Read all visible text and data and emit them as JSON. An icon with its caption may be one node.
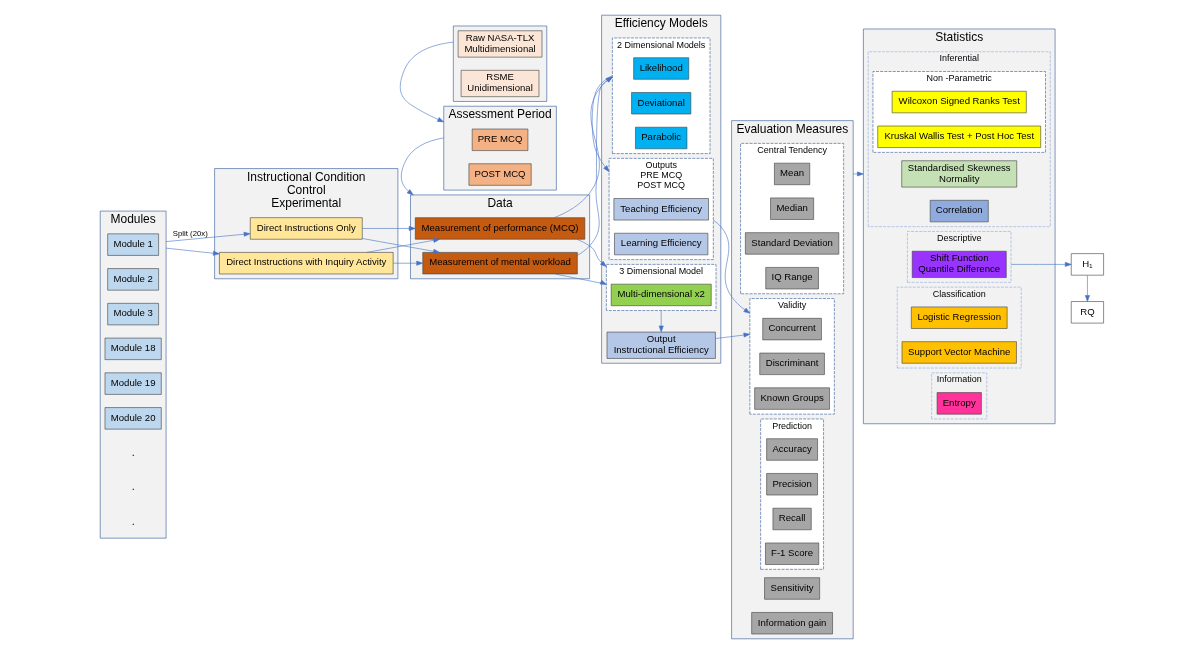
{
  "diagram": {
    "nodes": [
      {
        "text": [
          "Modules"
        ]
      },
      {
        "text": [
          "Module 1"
        ],
        "in": 0
      },
      {
        "text": [
          "Module 2"
        ],
        "in": 0
      },
      {
        "text": [
          "Module 3"
        ],
        "in": 0
      },
      {
        "text": [
          "Module 18"
        ],
        "in": 0
      },
      {
        "text": [
          "Module 19"
        ],
        "in": 0
      },
      {
        "text": [
          "Module 20"
        ],
        "in": 0
      },
      {
        "text": [
          "Instructional Condition",
          "Control",
          "Experimental"
        ]
      },
      {
        "text": [
          "Direct Instructions Only"
        ],
        "in": 7
      },
      {
        "text": [
          "Direct Instructions with Inquiry Activity"
        ],
        "in": 7
      },
      {
        "text": [
          "Data"
        ]
      },
      {
        "text": [
          "Measurement of performance (MCQ)"
        ],
        "in": 10
      },
      {
        "text": [
          "Measurement of mental workload"
        ],
        "in": 10
      },
      {
        "text": [
          "Assessment Period"
        ]
      },
      {
        "text": [
          "PRE MCQ"
        ],
        "in": 13
      },
      {
        "text": [
          "POST MCQ"
        ],
        "in": 13
      },
      {
        "text": [],
        "shape": "box"
      },
      {
        "text": [
          "Raw NASA-TLX",
          "Multidimensional"
        ],
        "in": 16
      },
      {
        "text": [
          "RSME",
          "Unidimensional"
        ],
        "in": 16
      },
      {
        "text": [
          "Efficiency Models"
        ]
      },
      {
        "text": [
          "2 Dimensional Models"
        ],
        "in": 19
      },
      {
        "text": [
          "Likelihood"
        ],
        "in": 20
      },
      {
        "text": [
          "Deviational"
        ],
        "in": 20
      },
      {
        "text": [
          "Parabolic"
        ],
        "in": 20
      },
      {
        "text": [
          "Outputs",
          "PRE MCQ",
          "POST MCQ"
        ],
        "in": 19
      },
      {
        "text": [
          "Teaching Efficiency"
        ],
        "in": 24
      },
      {
        "text": [
          "Learning Efficiency"
        ],
        "in": 24
      },
      {
        "text": [
          "3 Dimensional Model"
        ],
        "in": 19
      },
      {
        "text": [
          "Multi-dimensional x2"
        ],
        "in": 27
      },
      {
        "text": [
          "Output",
          "Instructional Efficiency"
        ],
        "in": 19
      },
      {
        "text": [
          "Evaluation Measures"
        ]
      },
      {
        "text": [
          "Central Tendency"
        ],
        "in": 30
      },
      {
        "text": [
          "Mean"
        ],
        "in": 31
      },
      {
        "text": [
          "Median"
        ],
        "in": 31
      },
      {
        "text": [
          "Standard Deviation"
        ],
        "in": 31
      },
      {
        "text": [
          "IQ Range"
        ],
        "in": 31
      },
      {
        "text": [
          "Validity"
        ],
        "in": 30
      },
      {
        "text": [
          "Concurrent"
        ],
        "in": 36
      },
      {
        "text": [
          "Discriminant"
        ],
        "in": 36
      },
      {
        "text": [
          "Known Groups"
        ],
        "in": 36
      },
      {
        "text": [
          "Sensitivity"
        ],
        "in": 30
      },
      {
        "text": [
          "Prediction"
        ],
        "in": 30
      },
      {
        "text": [
          "Accuracy"
        ],
        "in": 41
      },
      {
        "text": [
          "Precision"
        ],
        "in": 41
      },
      {
        "text": [
          "Recall"
        ],
        "in": 41
      },
      {
        "text": [
          "F-1 Score"
        ],
        "in": 41
      },
      {
        "text": [
          "Information gain"
        ],
        "in": 30
      },
      {
        "text": [
          "Statistics"
        ]
      },
      {
        "text": [
          "Inferential"
        ],
        "in": 47
      },
      {
        "text": [
          "Standardised Skewness",
          "Normality"
        ],
        "in": 48
      },
      {
        "text": [
          "Non -Parametric"
        ],
        "in": 48
      },
      {
        "text": [
          "Wilcoxon Signed Ranks Test"
        ],
        "in": 50
      },
      {
        "text": [
          "Kruskal Wallis Test + Post Hoc Test"
        ],
        "in": 50
      },
      {
        "text": [
          "Correlation"
        ],
        "in": 48
      },
      {
        "text": [
          "Descriptive"
        ],
        "in": 47
      },
      {
        "text": [
          "Shift Function",
          "Quantile Difference"
        ],
        "in": 54
      },
      {
        "text": [
          "Classification"
        ],
        "in": 47
      },
      {
        "text": [
          "Logistic Regression"
        ],
        "in": 56
      },
      {
        "text": [
          "Support Vector Machine"
        ],
        "in": 56
      },
      {
        "text": [
          "Information"
        ],
        "in": 47
      },
      {
        "text": [
          "Entropy"
        ],
        "in": 59
      },
      {
        "text": [
          "H₁"
        ]
      },
      {
        "text": [
          "RQ"
        ]
      }
    ],
    "edges": [
      {
        "from": 0,
        "to": 8,
        "arrow": "to",
        "label": "Split (20x)"
      },
      {
        "from": 0,
        "to": 9,
        "arrow": "to"
      },
      {
        "from": 8,
        "to": 11,
        "arrow": "to"
      },
      {
        "from": 8,
        "to": 12,
        "arrow": "to"
      },
      {
        "from": 9,
        "to": 11,
        "arrow": "to"
      },
      {
        "from": 9,
        "to": 12,
        "arrow": "to"
      },
      {
        "from": 11,
        "to": 20,
        "arrow": "to"
      },
      {
        "from": 12,
        "to": 20,
        "arrow": "to"
      },
      {
        "from": 11,
        "to": 27,
        "arrow": "to"
      },
      {
        "from": 12,
        "to": 27,
        "arrow": "to"
      },
      {
        "from": 13,
        "to": 10,
        "arrow": "to"
      },
      {
        "from": 16,
        "to": 13,
        "arrow": "to"
      },
      {
        "from": 20,
        "to": 24,
        "arrow": "to"
      },
      {
        "from": 27,
        "to": 29,
        "arrow": "to"
      },
      {
        "from": 24,
        "to": 36,
        "arrow": "to"
      },
      {
        "from": 29,
        "to": 36,
        "arrow": "to"
      },
      {
        "from": 30,
        "to": 47,
        "arrow": "to"
      },
      {
        "from": 54,
        "to": 61,
        "arrow": "to"
      },
      {
        "from": 61,
        "to": 62,
        "arrow": "to"
      }
    ],
    "labels": [
      ".",
      ".",
      "."
    ]
  }
}
